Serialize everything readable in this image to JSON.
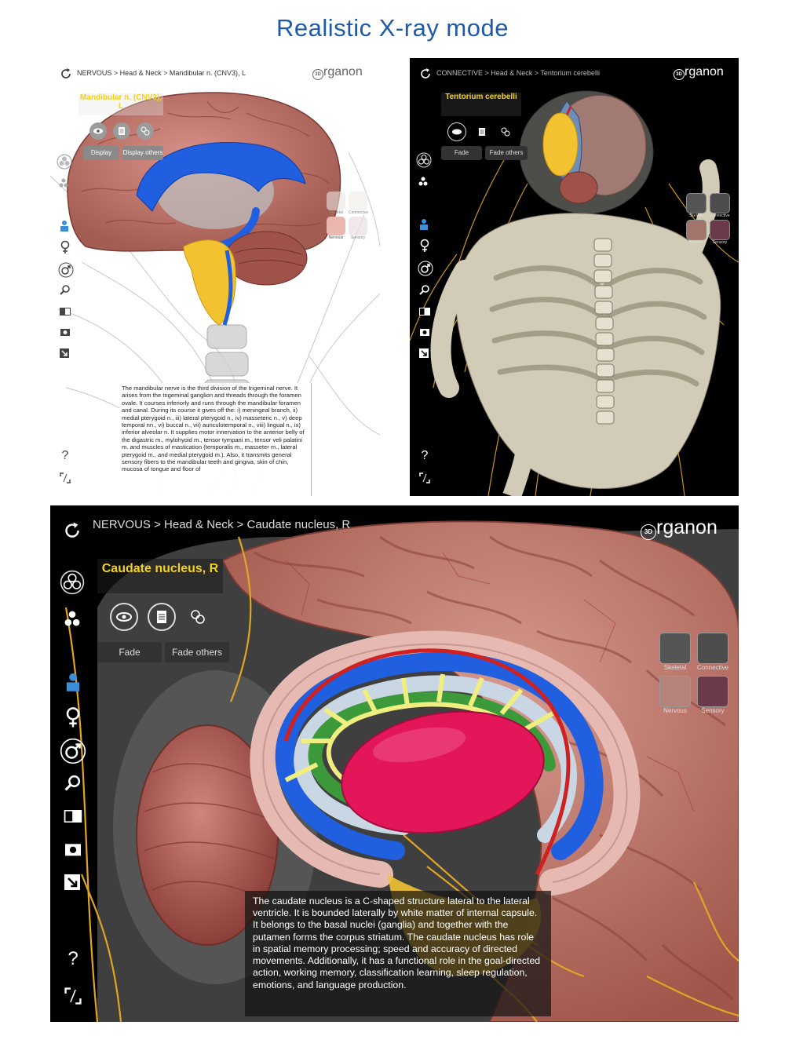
{
  "title": "Realistic X-ray mode",
  "logo_text": "rganon",
  "logo_mark": "3D",
  "panel1": {
    "breadcrumb": [
      "NERVOUS >",
      "Head & Neck >",
      "Mandibular n. (CNV3), L"
    ],
    "selected": "Mandibular n. (CNV3), L",
    "buttons": [
      "Display",
      "Display others"
    ],
    "categories": [
      "Skeletal",
      "Connective",
      "Nervous",
      "Sensory"
    ],
    "description": "The mandibular nerve is the third division of the trigeminal nerve. It arises from the trigeminal ganglion and threads through the foramen ovale. It courses inferiorly and runs through the mandibular foramen and canal. During its course it gives off the: i) meningeal branch, ii) medial pterygoid n., iii) lateral pterygoid n., iv) masseteric n., v) deep temporal nn., vi) buccal n., vii) auriculotemporal n., viii) lingual n., ix) inferior alveolar n. It supplies motor innervation to the anterior belly of the digastric m., mylohyoid m., tensor tympani m., tensor veli palatini m. and muscles of mastication (temporalis m., masseter m., lateral pterygoid m., and medial pterygoid m.). Also, it transmits general sensory fibers to the mandibular teeth and gingiva, skin of chin, mucosa of tongue and floor of"
  },
  "panel2": {
    "breadcrumb": [
      "CONNECTIVE >",
      "Head & Neck >",
      "Tentorium cerebelli"
    ],
    "selected": "Tentorium cerebelli",
    "buttons": [
      "Fade",
      "Fade others"
    ],
    "categories": [
      "Skeletal",
      "Connective",
      "Nervous",
      "Sensory"
    ]
  },
  "panel3": {
    "breadcrumb": [
      "NERVOUS >",
      "Head & Neck >",
      "Caudate nucleus, R"
    ],
    "selected": "Caudate nucleus, R",
    "buttons": [
      "Fade",
      "Fade others"
    ],
    "categories": [
      "Skeletal",
      "Connective",
      "Nervous",
      "Sensory"
    ],
    "description": "The caudate nucleus is a C-shaped structure lateral to the lateral ventricle. It is bounded laterally by white matter of internal capsule. It belongs to the basal nuclei (ganglia) and together with the putamen forms the corpus striatum. The caudate nucleus has role in spatial memory processing; speed and accuracy of directed movements. Additionally, it has a functional role in the goal-directed action, working memory, classification learning, sleep regulation, emotions, and language production."
  },
  "toolbar_icons": [
    "reset-icon",
    "layers-icon",
    "dots-icon",
    "body-icon",
    "female-icon",
    "male-icon",
    "search-icon",
    "xray-toggle-icon",
    "camera-icon",
    "export-icon",
    "help-icon",
    "fullscreen-icon"
  ],
  "colors": {
    "title": "#1f5aa6",
    "selection": "#f3d21b",
    "nerve": "#f2c230",
    "brain": "#c9786d",
    "ventricle": "#1f5fe0"
  }
}
